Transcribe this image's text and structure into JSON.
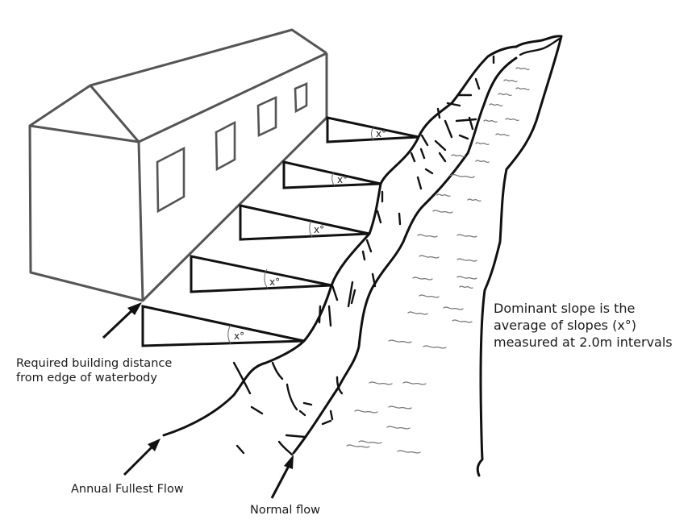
{
  "diagram": {
    "title": "Dominant slope measurement between building and waterbody",
    "labels": {
      "building_distance": [
        "Required building distance",
        "from edge of waterbody"
      ],
      "dominant_slope": [
        "Dominant slope is the",
        "average of slopes (x°)",
        "measured at 2.0m intervals"
      ],
      "annual_fullest_flow": "Annual Fullest Flow",
      "normal_flow": "Normal flow"
    },
    "slope_triangles": [
      {
        "label": "x°"
      },
      {
        "label": "x°"
      },
      {
        "label": "x°"
      },
      {
        "label": "x°"
      },
      {
        "label": "x°"
      }
    ],
    "elements": {
      "building": "building",
      "river": "waterbody"
    }
  }
}
